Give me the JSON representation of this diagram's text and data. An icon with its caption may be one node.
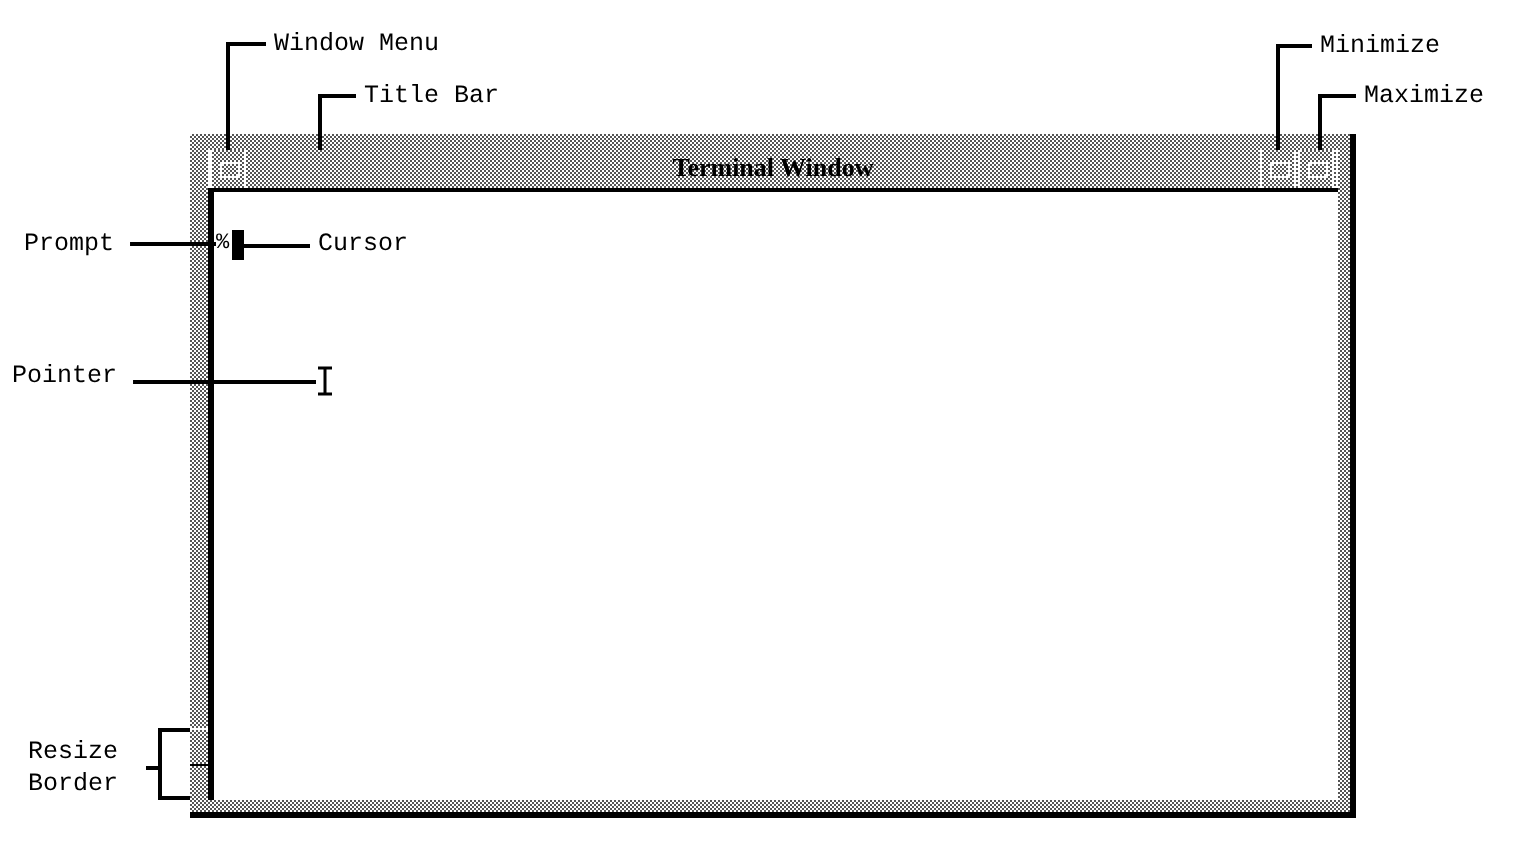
{
  "diagram": {
    "nodes": [
      {
        "text": [],
        "shape": "box"
      },
      {
        "text": [
          "Terminal Window"
        ],
        "in": 0
      },
      {
        "text": [],
        "shape": "box",
        "in": 1
      },
      {
        "text": [],
        "shape": "box",
        "in": 1
      },
      {
        "text": [],
        "shape": "box",
        "in": 1
      },
      {
        "text": [
          "%"
        ],
        "in": 0
      },
      {
        "text": [],
        "shape": "bar",
        "in": 0
      },
      {
        "text": [],
        "shape": "picture",
        "in": 0
      },
      {
        "text": [],
        "shape": "bar",
        "in": 0
      },
      {
        "text": [
          "Window Menu"
        ]
      },
      {
        "text": [
          "Title Bar"
        ]
      },
      {
        "text": [
          "Minimize"
        ]
      },
      {
        "text": [
          "Maximize"
        ]
      },
      {
        "text": [
          "Prompt"
        ]
      },
      {
        "text": [
          "Cursor"
        ],
        "in": 0
      },
      {
        "text": [
          "Pointer"
        ]
      },
      {
        "text": [
          "Resize Border"
        ]
      }
    ],
    "edges": [
      {
        "from": 9,
        "to": 2,
        "arrow": "none"
      },
      {
        "from": 10,
        "to": 1,
        "arrow": "none"
      },
      {
        "from": 11,
        "to": 3,
        "arrow": "none"
      },
      {
        "from": 12,
        "to": 4,
        "arrow": "none"
      },
      {
        "from": 13,
        "to": 5,
        "arrow": "none"
      },
      {
        "from": 14,
        "to": 6,
        "arrow": "none"
      },
      {
        "from": 15,
        "to": 7,
        "arrow": "none"
      },
      {
        "from": 16,
        "to": 8,
        "arrow": "none"
      }
    ]
  }
}
